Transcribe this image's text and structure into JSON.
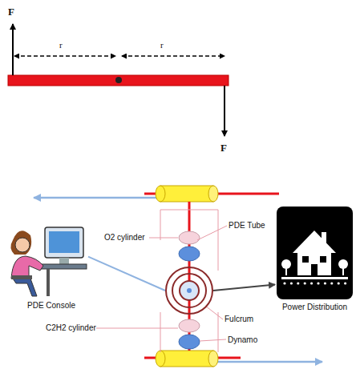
{
  "diagram": {
    "nodes": [
      {
        "text": [
          "PDE Console"
        ]
      },
      {
        "text": [
          "Fulcrum"
        ]
      },
      {
        "text": [
          "Power Distribution"
        ]
      }
    ],
    "edges": [
      {
        "from": 0,
        "to": 1,
        "arrow": "none"
      },
      {
        "from": 1,
        "to": 2,
        "arrow": "to"
      }
    ],
    "labels": [
      "F",
      "r",
      "r",
      "F",
      "O2 cylinder",
      "PDE Tube",
      "C2H2 cylinder",
      "Dynamo"
    ]
  }
}
